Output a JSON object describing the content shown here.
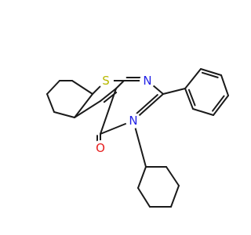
{
  "structure": {
    "atoms": [
      {
        "id": "S1",
        "symbol": "S",
        "color": "#b8b800"
      },
      {
        "id": "N1",
        "symbol": "N",
        "color": "#2323e6"
      },
      {
        "id": "N3",
        "symbol": "N",
        "color": "#2323e6"
      },
      {
        "id": "O4",
        "symbol": "O",
        "color": "#e61e1e"
      }
    ],
    "bond_color": "#1a1a1a",
    "background": "#ffffff"
  }
}
